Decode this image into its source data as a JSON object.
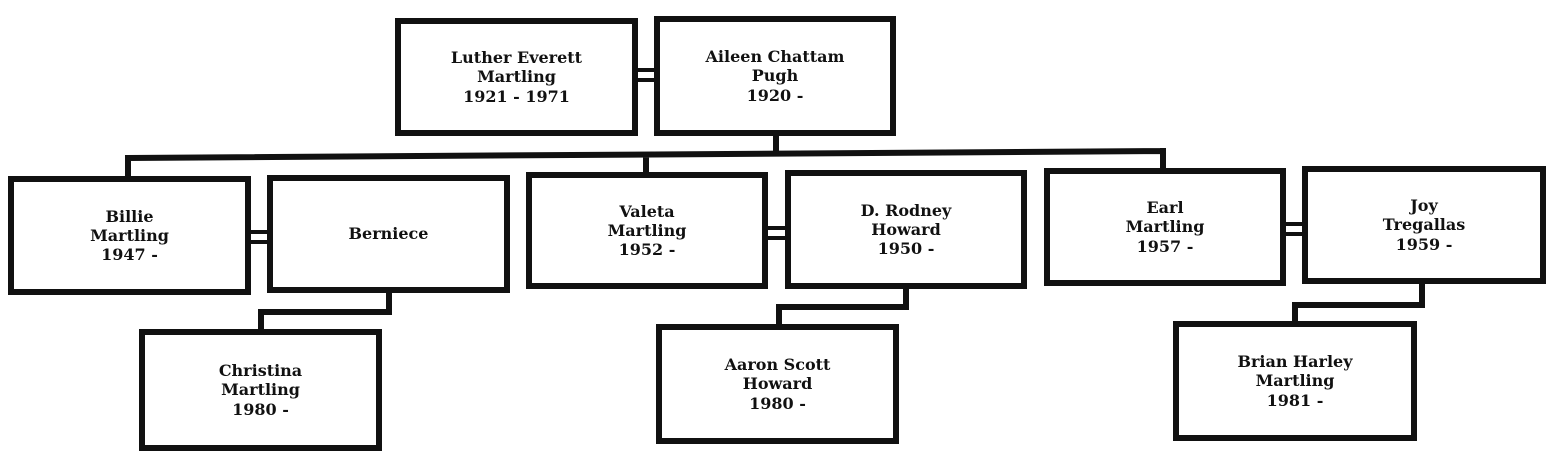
{
  "people": {
    "luther": {
      "name1": "Luther Everett",
      "name2": "Martling",
      "dates": "1921 - 1971"
    },
    "aileen": {
      "name1": "Aileen Chattam",
      "name2": "Pugh",
      "dates": "1920 -"
    },
    "billie": {
      "name1": "Billie",
      "name2": "Martling",
      "dates": "1947 -"
    },
    "berniece": {
      "name1": "Berniece",
      "name2": "",
      "dates": ""
    },
    "valeta": {
      "name1": "Valeta",
      "name2": "Martling",
      "dates": "1952 -"
    },
    "rodney": {
      "name1": "D. Rodney",
      "name2": "Howard",
      "dates": "1950 -"
    },
    "earl": {
      "name1": "Earl",
      "name2": "Martling",
      "dates": "1957 -"
    },
    "joy": {
      "name1": "Joy",
      "name2": "Tregallas",
      "dates": "1959 -"
    },
    "christina": {
      "name1": "Christina",
      "name2": "Martling",
      "dates": "1980 -"
    },
    "aaron": {
      "name1": "Aaron Scott",
      "name2": "Howard",
      "dates": "1980 -"
    },
    "brian": {
      "name1": "Brian Harley",
      "name2": "Martling",
      "dates": "1981 -"
    }
  }
}
